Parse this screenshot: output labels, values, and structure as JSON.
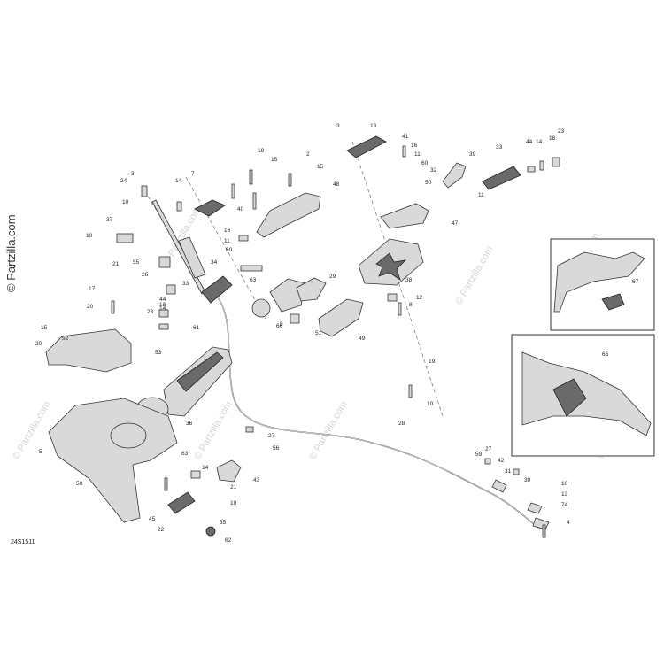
{
  "diagram": {
    "watermark_main": "© Partzilla.com",
    "watermark_faint": "© Partzilla.com",
    "code": "24S1511",
    "labels": [
      {
        "t": "3"
      },
      {
        "t": "13"
      },
      {
        "t": "41"
      },
      {
        "t": "16"
      },
      {
        "t": "11"
      },
      {
        "t": "60"
      },
      {
        "t": "32"
      },
      {
        "t": "50"
      },
      {
        "t": "39"
      },
      {
        "t": "33"
      },
      {
        "t": "44"
      },
      {
        "t": "14"
      },
      {
        "t": "18"
      },
      {
        "t": "23"
      },
      {
        "t": "11"
      },
      {
        "t": "47"
      },
      {
        "t": "19"
      },
      {
        "t": "15"
      },
      {
        "t": "2"
      },
      {
        "t": "15"
      },
      {
        "t": "48"
      },
      {
        "t": "7"
      },
      {
        "t": "14"
      },
      {
        "t": "40"
      },
      {
        "t": "3"
      },
      {
        "t": "24"
      },
      {
        "t": "10"
      },
      {
        "t": "37"
      },
      {
        "t": "10"
      },
      {
        "t": "21"
      },
      {
        "t": "55"
      },
      {
        "t": "26"
      },
      {
        "t": "16"
      },
      {
        "t": "11"
      },
      {
        "t": "60"
      },
      {
        "t": "34"
      },
      {
        "t": "63"
      },
      {
        "t": "29"
      },
      {
        "t": "38"
      },
      {
        "t": "12"
      },
      {
        "t": "8"
      },
      {
        "t": "17"
      },
      {
        "t": "20"
      },
      {
        "t": "44"
      },
      {
        "t": "14"
      },
      {
        "t": "18"
      },
      {
        "t": "23"
      },
      {
        "t": "33"
      },
      {
        "t": "61"
      },
      {
        "t": "66"
      },
      {
        "t": "9"
      },
      {
        "t": "51"
      },
      {
        "t": "49"
      },
      {
        "t": "19"
      },
      {
        "t": "52"
      },
      {
        "t": "53"
      },
      {
        "t": "15"
      },
      {
        "t": "10"
      },
      {
        "t": "36"
      },
      {
        "t": "20"
      },
      {
        "t": "28"
      },
      {
        "t": "27"
      },
      {
        "t": "56"
      },
      {
        "t": "5"
      },
      {
        "t": "50"
      },
      {
        "t": "63"
      },
      {
        "t": "14"
      },
      {
        "t": "21"
      },
      {
        "t": "43"
      },
      {
        "t": "10"
      },
      {
        "t": "45"
      },
      {
        "t": "22"
      },
      {
        "t": "35"
      },
      {
        "t": "62"
      },
      {
        "t": "59"
      },
      {
        "t": "27"
      },
      {
        "t": "42"
      },
      {
        "t": "31"
      },
      {
        "t": "30"
      },
      {
        "t": "10"
      },
      {
        "t": "13"
      },
      {
        "t": "74"
      },
      {
        "t": "4"
      },
      {
        "t": "67"
      },
      {
        "t": "66"
      }
    ]
  }
}
